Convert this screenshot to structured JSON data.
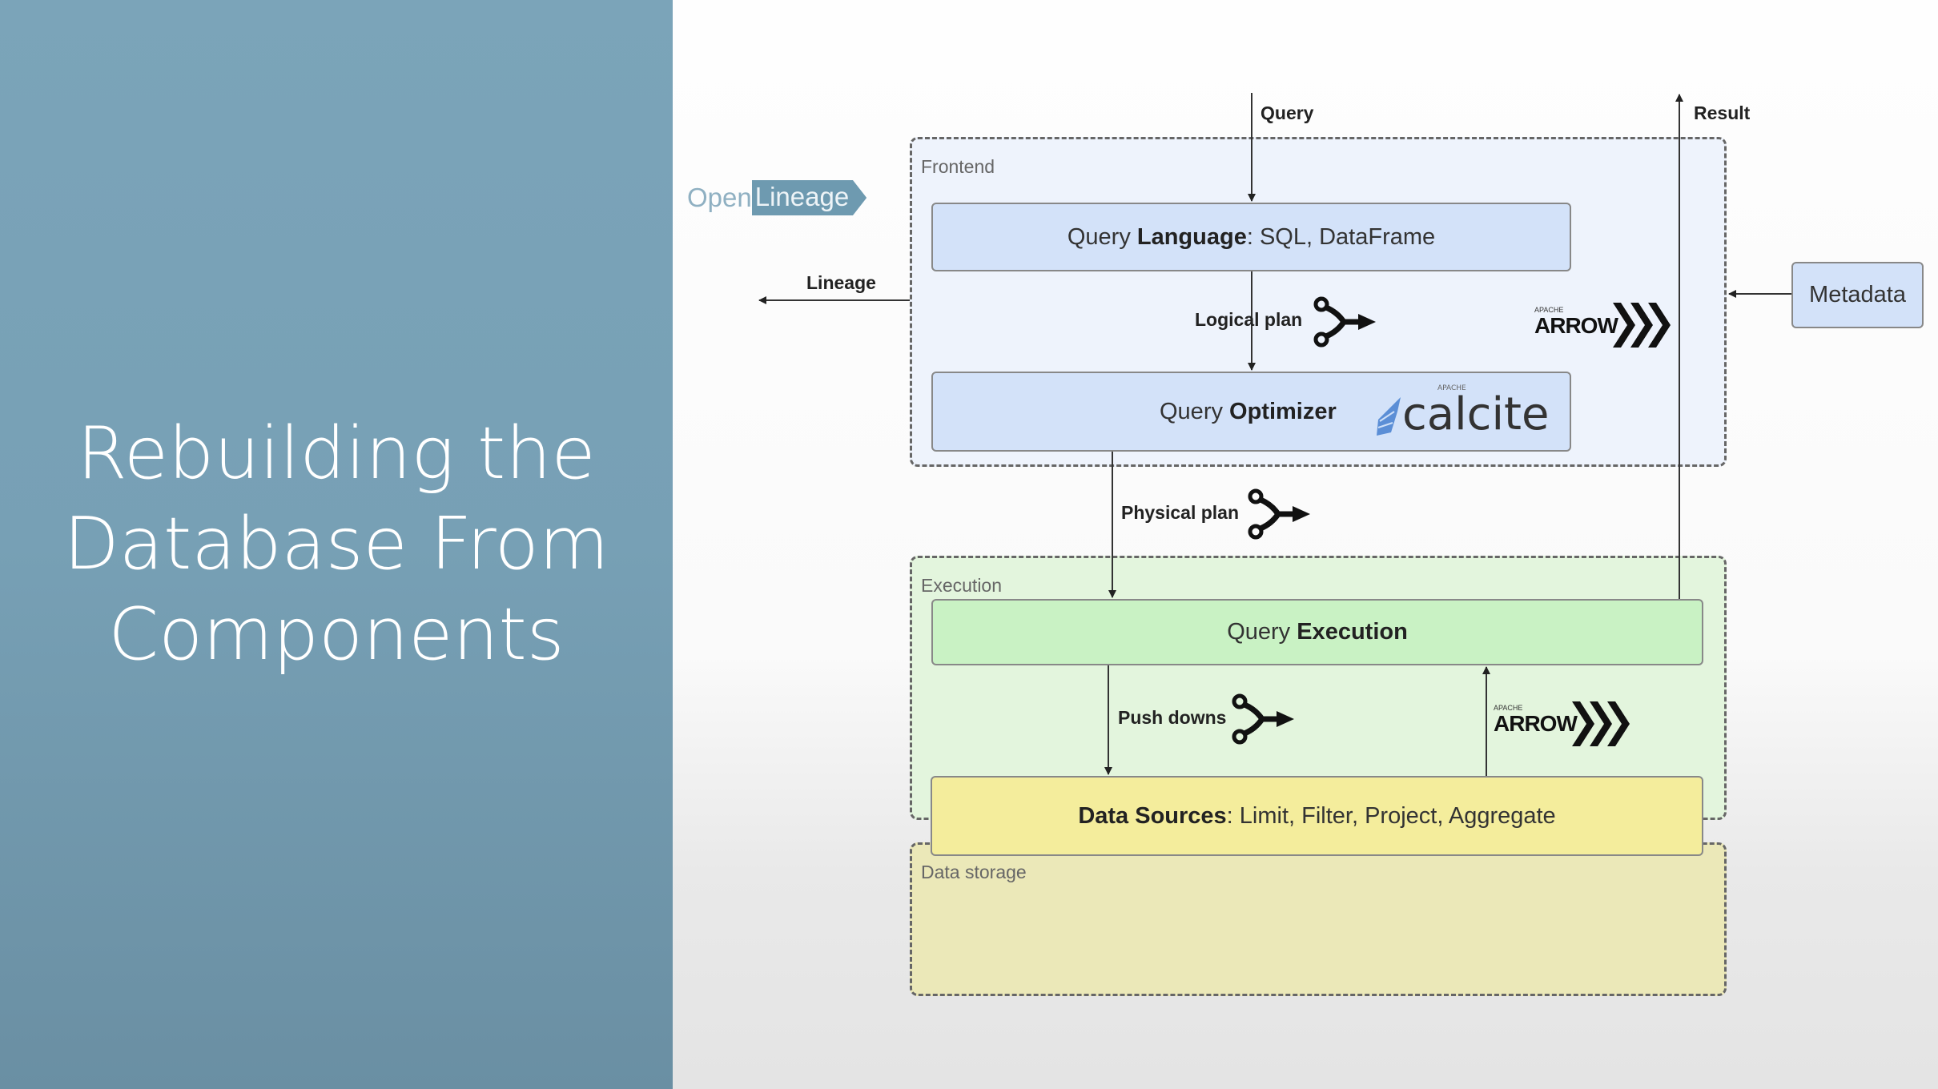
{
  "slide": {
    "title_lines": [
      "Rebuilding the",
      "Database From",
      "Components"
    ]
  },
  "diagram": {
    "groups": {
      "frontend": "Frontend",
      "execution": "Execution",
      "storage": "Data storage"
    },
    "boxes": {
      "query_language": {
        "prefix": "Query ",
        "bold": "Language",
        "suffix": ": SQL, DataFrame"
      },
      "query_optimizer": {
        "prefix": "Query ",
        "bold": "Optimizer"
      },
      "query_execution": {
        "prefix": "Query ",
        "bold": "Execution"
      },
      "data_sources": {
        "bold": "Data Sources",
        "suffix": ": Limit, Filter, Project, Aggregate"
      },
      "metadata": "Metadata"
    },
    "edges": {
      "query": "Query",
      "result": "Result",
      "lineage": "Lineage",
      "logical_plan": "Logical plan",
      "physical_plan": "Physical plan",
      "push_downs": "Push downs"
    },
    "logos": {
      "openlineage": {
        "open": "Open",
        "lineage": "Lineage",
        "color": "#6e9ab0"
      },
      "calcite": {
        "apache": "APACHE",
        "name": "calcite"
      },
      "arrow": {
        "apache": "APACHE",
        "name": "ARROW"
      }
    },
    "colors": {
      "frontend_bg": "#eef3fc",
      "box_blue": "#d3e2f9",
      "execution_bg": "#e3f5dd",
      "box_green": "#c9f2c4",
      "storage_bg": "#ebe8b8",
      "box_yellow": "#f4ed9c"
    }
  }
}
